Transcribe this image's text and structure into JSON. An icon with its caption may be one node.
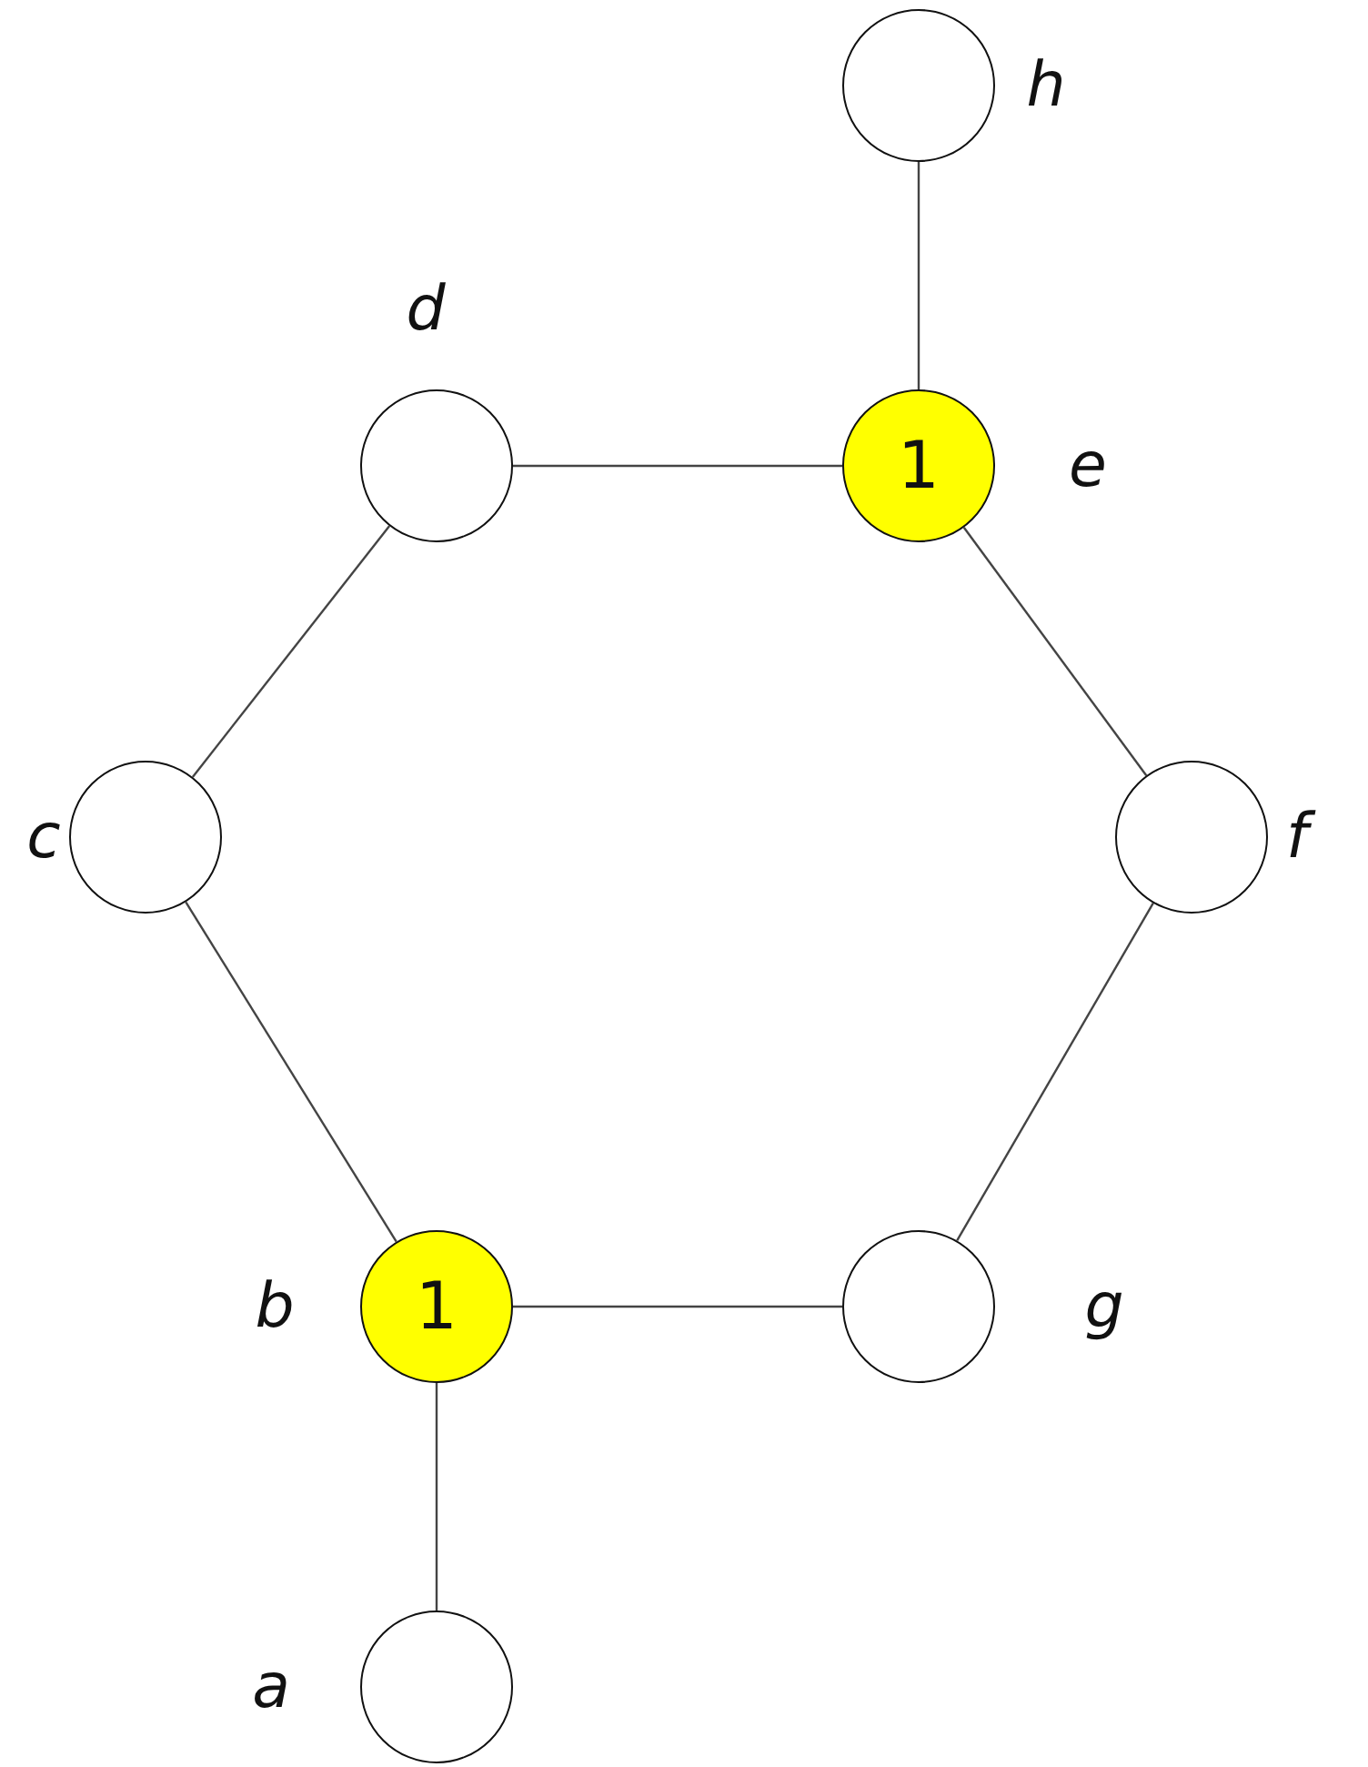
{
  "diagram": {
    "nodes": [
      {
        "text": [],
        "shape": "circle",
        "beside": [
          "h"
        ]
      },
      {
        "text": [],
        "shape": "circle",
        "beside": [
          "d"
        ]
      },
      {
        "text": [
          "1"
        ],
        "beside": [
          "e"
        ]
      },
      {
        "text": [],
        "shape": "circle",
        "beside": [
          "c"
        ]
      },
      {
        "text": [],
        "shape": "circle",
        "beside": [
          "f"
        ]
      },
      {
        "text": [
          "1"
        ],
        "beside": [
          "b"
        ]
      },
      {
        "text": [],
        "shape": "circle",
        "beside": [
          "g"
        ]
      },
      {
        "text": [],
        "shape": "circle",
        "beside": [
          "a"
        ]
      }
    ],
    "edges": [
      {
        "from": 0,
        "to": 2,
        "arrow": "none"
      },
      {
        "from": 1,
        "to": 2,
        "arrow": "none"
      },
      {
        "from": 1,
        "to": 3,
        "arrow": "none"
      },
      {
        "from": 2,
        "to": 4,
        "arrow": "none"
      },
      {
        "from": 3,
        "to": 5,
        "arrow": "none"
      },
      {
        "from": 4,
        "to": 6,
        "arrow": "none"
      },
      {
        "from": 5,
        "to": 6,
        "arrow": "none"
      },
      {
        "from": 5,
        "to": 7,
        "arrow": "none"
      }
    ]
  }
}
